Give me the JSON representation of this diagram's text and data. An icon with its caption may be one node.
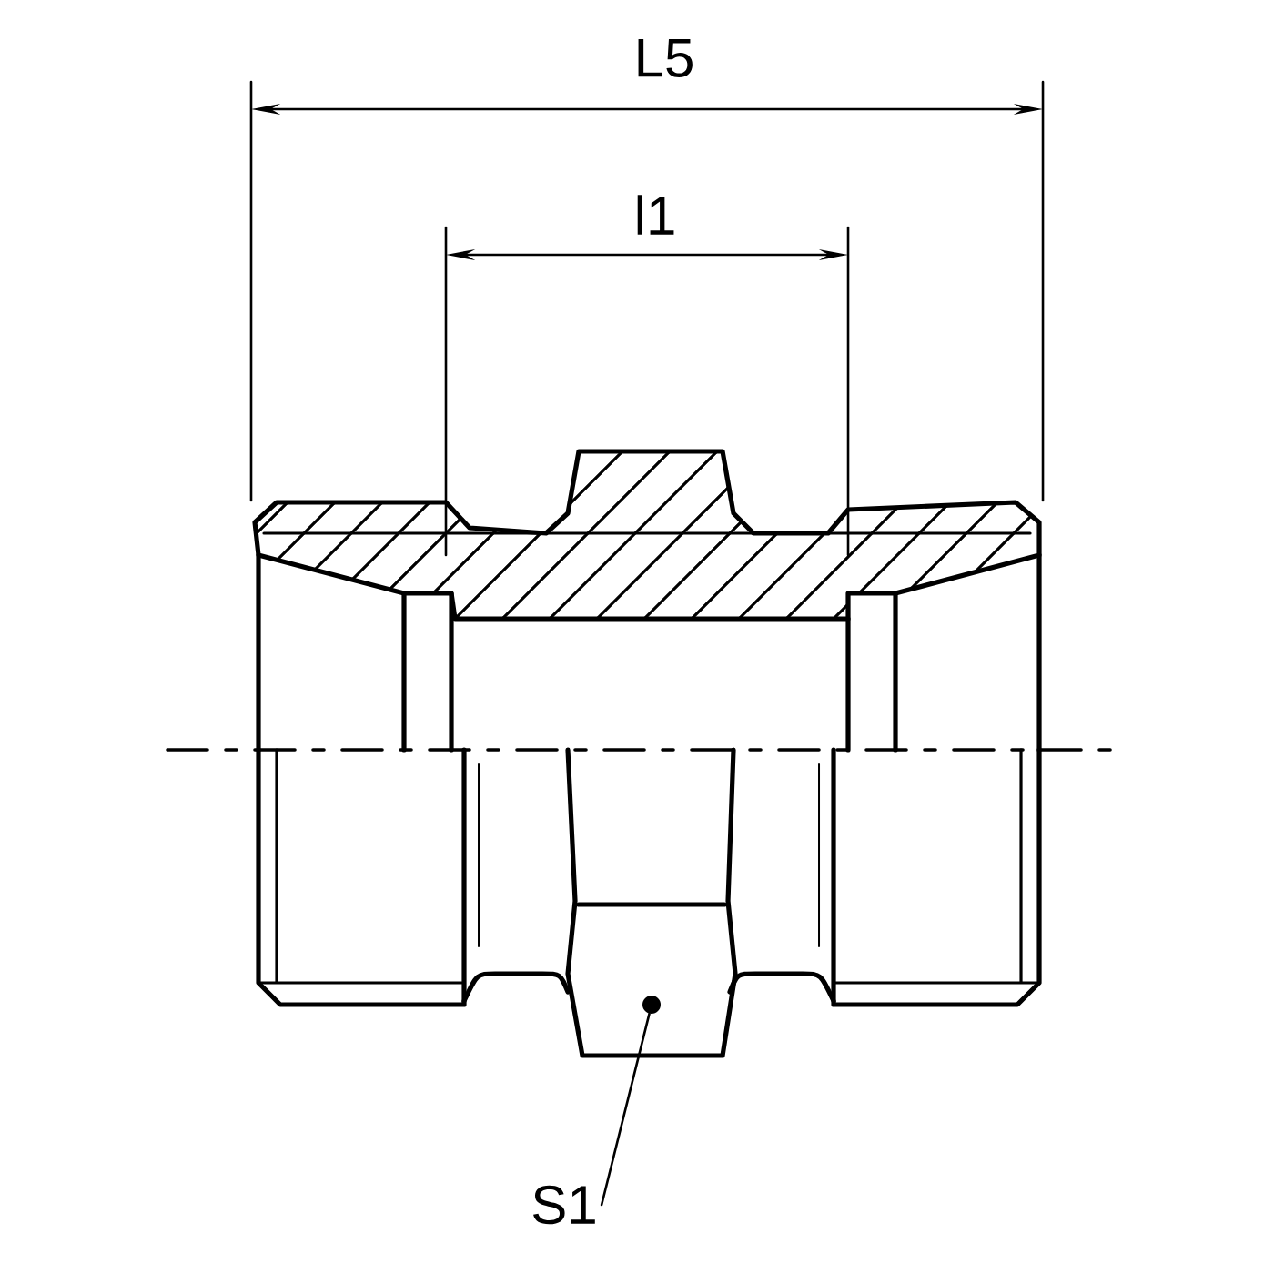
{
  "diagram": {
    "nodes": [
      {
        "text": [],
        "shape": "circle"
      },
      {
        "text": [
          "S1"
        ]
      }
    ],
    "edges": [
      {
        "from": 1,
        "to": 0,
        "arrow": "none"
      }
    ],
    "labels": [
      "L5",
      "l1"
    ]
  }
}
